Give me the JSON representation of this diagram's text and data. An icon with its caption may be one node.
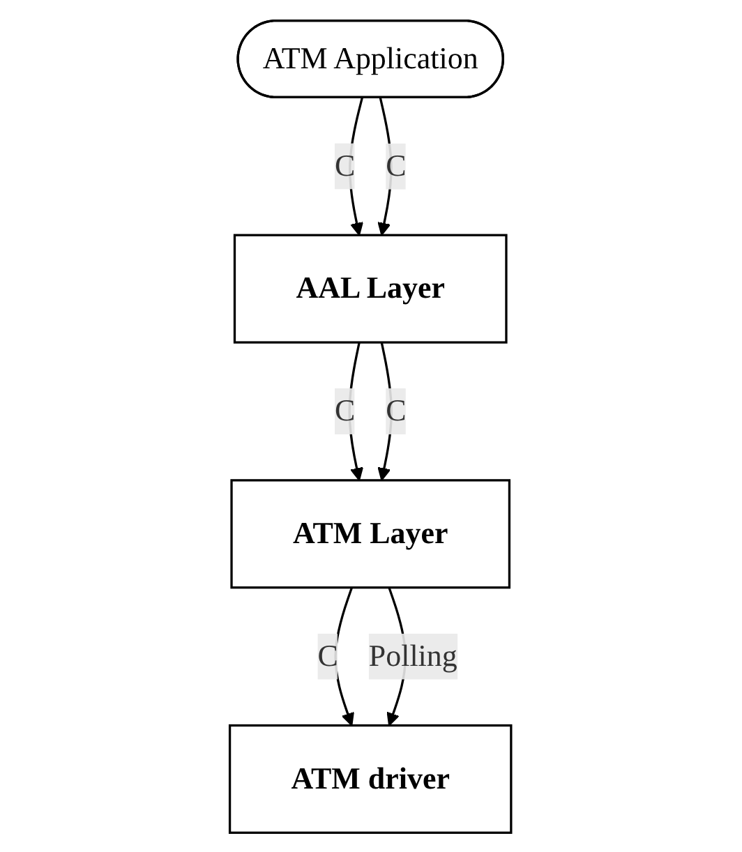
{
  "diagram": {
    "nodes": [
      {
        "text": [
          "ATM Application"
        ]
      },
      {
        "text": [
          "AAL Layer"
        ]
      },
      {
        "text": [
          "ATM Layer"
        ]
      },
      {
        "text": [
          "ATM driver"
        ]
      }
    ],
    "edges": [
      {
        "from": 0,
        "to": 1,
        "arrow": "to",
        "label": "C"
      },
      {
        "from": 0,
        "to": 1,
        "arrow": "to",
        "label": "C"
      },
      {
        "from": 1,
        "to": 2,
        "arrow": "to",
        "label": "C"
      },
      {
        "from": 1,
        "to": 2,
        "arrow": "to",
        "label": "C"
      },
      {
        "from": 2,
        "to": 3,
        "arrow": "to",
        "label": "C"
      },
      {
        "from": 2,
        "to": 3,
        "arrow": "to",
        "label": "Polling"
      }
    ]
  }
}
